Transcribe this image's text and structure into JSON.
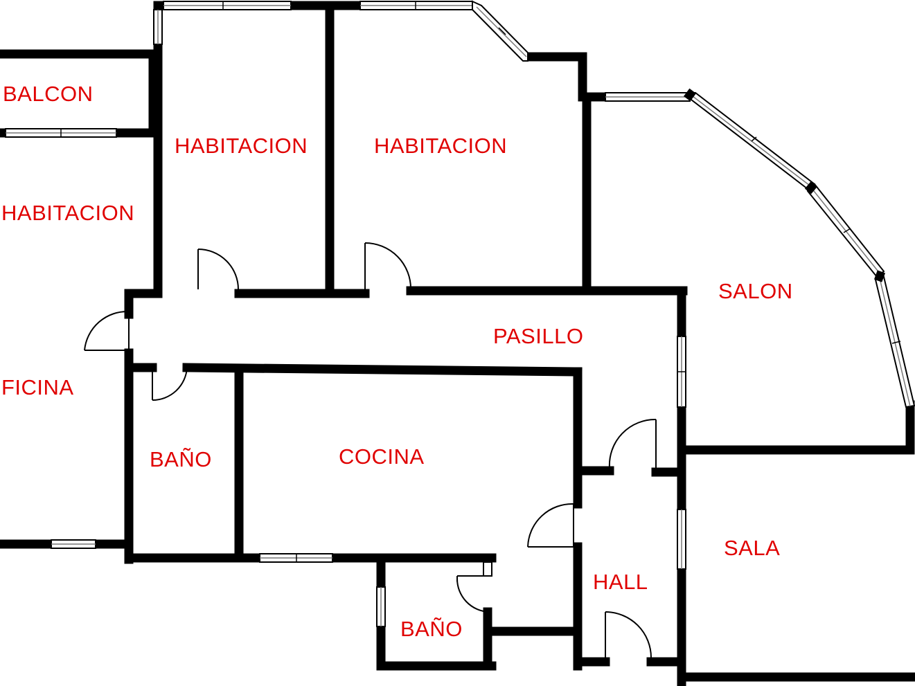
{
  "colors": {
    "wall": "#000000",
    "label": "#e00000",
    "background": "#ffffff",
    "window_line": "#777777"
  },
  "rooms": [
    {
      "id": "balcon",
      "label": "BALCON"
    },
    {
      "id": "habitacion-1",
      "label": "HABITACION"
    },
    {
      "id": "habitacion-2",
      "label": "HABITACION"
    },
    {
      "id": "habitacion-3",
      "label": "HABITACION"
    },
    {
      "id": "salon",
      "label": "SALON"
    },
    {
      "id": "pasillo",
      "label": "PASILLO"
    },
    {
      "id": "oficina",
      "label": "FICINA"
    },
    {
      "id": "bano-1",
      "label": "BAÑO"
    },
    {
      "id": "cocina",
      "label": "COCINA"
    },
    {
      "id": "sala",
      "label": "SALA"
    },
    {
      "id": "hall",
      "label": "HALL"
    },
    {
      "id": "bano-2",
      "label": "BAÑO"
    }
  ]
}
